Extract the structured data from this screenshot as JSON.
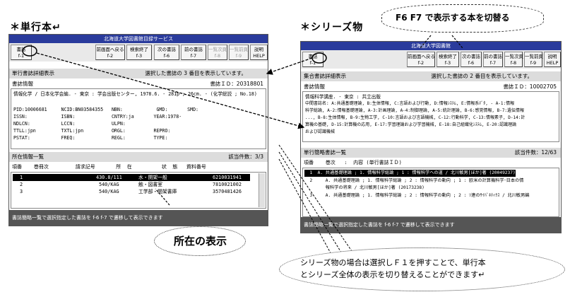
{
  "captions": {
    "left": "＊単行本↵",
    "right": "＊シリーズ物"
  },
  "callouts": {
    "f6f7": "F6 F7 で表示する本を切替る",
    "location": "所在の表示",
    "series": [
      "シリーズ物の場合は選択しＦ１を押すことで、単行本",
      "とシリーズ全体の表示を切り替えることができます↵"
    ]
  },
  "left": {
    "title": "北海道大学図書館目録サービス",
    "toolbar": [
      "書誌\nf-1",
      "前画面へ戻る\nf-2",
      "検索終了\nf-3",
      "次の書誌\nf-6",
      "前の書誌\nf-7",
      "一覧次頁\nf-8",
      "一覧前頁\nf-9",
      "説明\nHELP"
    ],
    "header": "単行書誌詳細表示",
    "message": "選択した書誌の 3 番目を表示しています。",
    "bib_label": "書誌情報",
    "bib_id": "書誌ＩＤ：20318801",
    "bib_lines": [
      "情報化学 / 日本化学会編. - 東京 : 学会出版センター, 1978.6. - 281p ; 26cm. - (化学総説 ; No.18)",
      "",
      "PID:10006681     NCID:BN03584355   NBN:            GMD:       SMD:",
      "ISSN:            ISBN:             CNTRY:ja       YEAR:1978-",
      "NDLCN:           LCCN:             ULPN:",
      "TTLL:jpn         TXTL:jpn          ORGL:          REPRO:",
      "PSTAT:           FREQ:             REGL:          TYPE:"
    ],
    "holdings_header": "所在情報一覧",
    "holdings_count": "該当件数：3/3",
    "holdings_cols": "項番    巻冊次         請求記号       所  在          状  態   資料番号",
    "holdings_rows": [
      {
        "no": "1",
        "callno": "430.8/111",
        "loc": "水・開架一般",
        "id": "6210031941"
      },
      {
        "no": "2",
        "callno": "540/KAG",
        "loc": "触・図書室",
        "id": "7810021002"
      },
      {
        "no": "3",
        "callno": "540/KAG",
        "loc": "工学部・開架書庫",
        "id": "3570481426"
      }
    ],
    "status": "書誌簡略一覧で選択指定した書誌を f-6 f-7 で遷移して表示できます"
  },
  "right": {
    "title": "北海道大学図書館",
    "toolbar": [
      "書誌\nf-1",
      "前画面へ戻る\nf-2",
      "検索終了\nf-3",
      "次の書誌\nf-6",
      "前の書誌\nf-7",
      "一覧次頁\nf-8",
      "一覧前頁\nf-9",
      "説明\nHELP"
    ],
    "header": "集合書誌詳細表示",
    "message": "選択した書誌の 2 番目を表示しています。",
    "bib_label": "書誌情報",
    "bib_id": "書誌ＩＤ：10002705",
    "bib_lines": [
      "情報科学講座. - 東京 : 共立出版",
      "中間書誌名: A:共通基礎理論, B:生体情報, C:言語および行動, D:情報ｼｽﾃﾑ, E:情報系ﾃﾞﾀ, - A-1:情報",
      "科学総論, A-2:情報基礎理論, A-3:計画理論, A-4:制御理論, A-5:統計理論, B-6:感覚情報, B-7:遺伝情報",
      "..., B-8:生体情報, B-9:生物工学, C-10:言語および言語機械, C-12:行動科学, C-13:情報素子, D-14:計",
      "算機の基礎, D-15:計算機の応用, E-17:学習理論および学習機械, E-18:自己組織化ｼｽﾃﾑ, E-20:認識理論",
      "および認識機械"
    ],
    "list_header": "単行簡略書誌一覧",
    "list_count": "該当件数：12/63",
    "list_cols": "項番    巻次   :  内容 (単行書誌ＩＤ)",
    "list_rows": [
      "  1  A. 共通基礎理論 ; 1. 情報科学総論 ; 1 : 情報科学への道 / 北川敏男[ほか]著 (20049237)",
      "  2     A. 共通基礎理論 ; 1. 情報科学総論 ; 2 : 情報科学の動向 ; 1 : 欧米の計算機科学･日本の情",
      "        報科学の将来 / 北川敏男[ほか]著 (20173238)",
      "  3     A. 共通基礎理論 ; 1. 情報科学総論 ; 2 : 情報科学の動向 ; 2 : ｿ連のｻｲﾊﾞﾈﾃｨｸｽ / 北川敏男編"
    ],
    "status": "書誌簡略一覧で選択指定した書誌を f-6 f-7 で遷移して表示できます"
  }
}
